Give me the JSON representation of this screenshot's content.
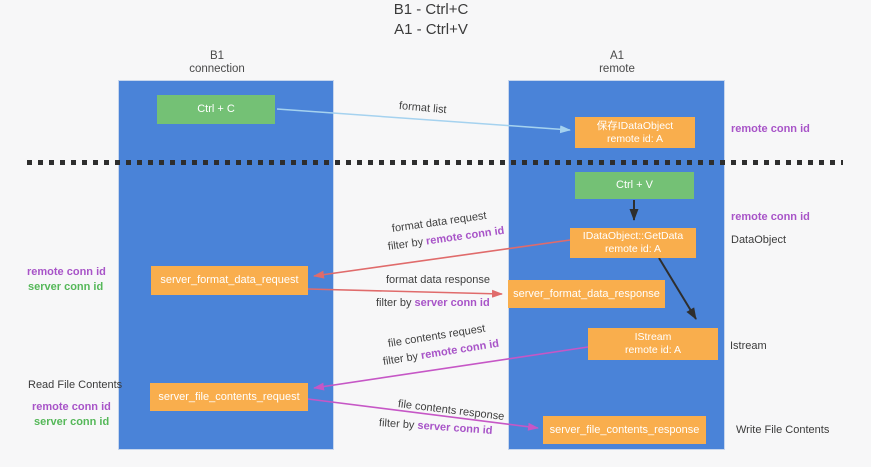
{
  "title": {
    "line1": "B1 - Ctrl+C",
    "line2": "A1 - Ctrl+V"
  },
  "columns": {
    "left": {
      "name": "B1",
      "subtitle": "connection"
    },
    "right": {
      "name": "A1",
      "subtitle": "remote"
    }
  },
  "boxes": {
    "ctrl_c": "Ctrl + C",
    "ctrl_v": "Ctrl + V",
    "save_dataobject": {
      "line1": "保存IDataObject",
      "line2": "remote id: A"
    },
    "getdata": {
      "line1": "IDataObject::GetData",
      "line2": "remote id: A"
    },
    "istream": {
      "line1": "IStream",
      "line2": "remote id: A"
    },
    "server_format_data_request": "server_format_data_request",
    "server_format_data_response": "server_format_data_response",
    "server_file_contents_request": "server_file_contents_request",
    "server_file_contents_response": "server_file_contents_response"
  },
  "flow_labels": {
    "format_list": "format list",
    "format_data_request": "format data request",
    "format_data_response": "format data response",
    "file_contents_request": "file contents request",
    "file_contents_response": "file contents response",
    "filter_by": "filter by ",
    "remote_conn_id": "remote conn id",
    "server_conn_id": "server conn id"
  },
  "side_labels": {
    "left": {
      "remote_conn_id": "remote conn id",
      "server_conn_id": "server conn id",
      "read_file_contents": "Read File Contents"
    },
    "right": {
      "remote_conn_id_top": "remote conn id",
      "remote_conn_id_mid": "remote conn id",
      "dataobject": "DataObject",
      "istream": "Istream",
      "write_file_contents": "Write File Contents"
    }
  },
  "colors": {
    "bg": "#f7f7f8",
    "column-blue": "#4a83d8",
    "box-orange": "#f9ae4d",
    "box-green": "#74c175",
    "purple": "#a854c8",
    "green-text": "#55b859",
    "arrow-red": "#e06b6b",
    "arrow-magenta": "#c657c6",
    "arrow-blue": "#a5d2ef",
    "arrow-black": "#2e2e2e",
    "text-dark": "#3b3b3b"
  }
}
